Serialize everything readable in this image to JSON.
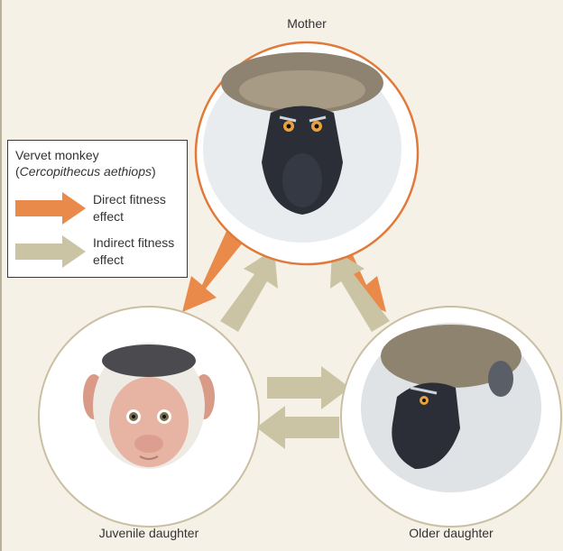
{
  "labels": {
    "mother": "Mother",
    "juvenile": "Juvenile daughter",
    "older": "Older daughter"
  },
  "legend": {
    "title": "Vervet monkey",
    "scientific_name": "Cercopithecus aethiops",
    "direct_label": "Direct fitness effect",
    "indirect_label": "Indirect fitness effect"
  },
  "colors": {
    "direct": "#e98a4a",
    "indirect": "#cbc4a4",
    "mother_ring": "#e07a3a",
    "daughter_ring": "#c9bfa2",
    "background": "#f6f1e6"
  },
  "icons": {
    "mother": "vervet-adult-face-icon",
    "juvenile": "vervet-juvenile-face-icon",
    "older": "vervet-adult-profile-icon"
  }
}
